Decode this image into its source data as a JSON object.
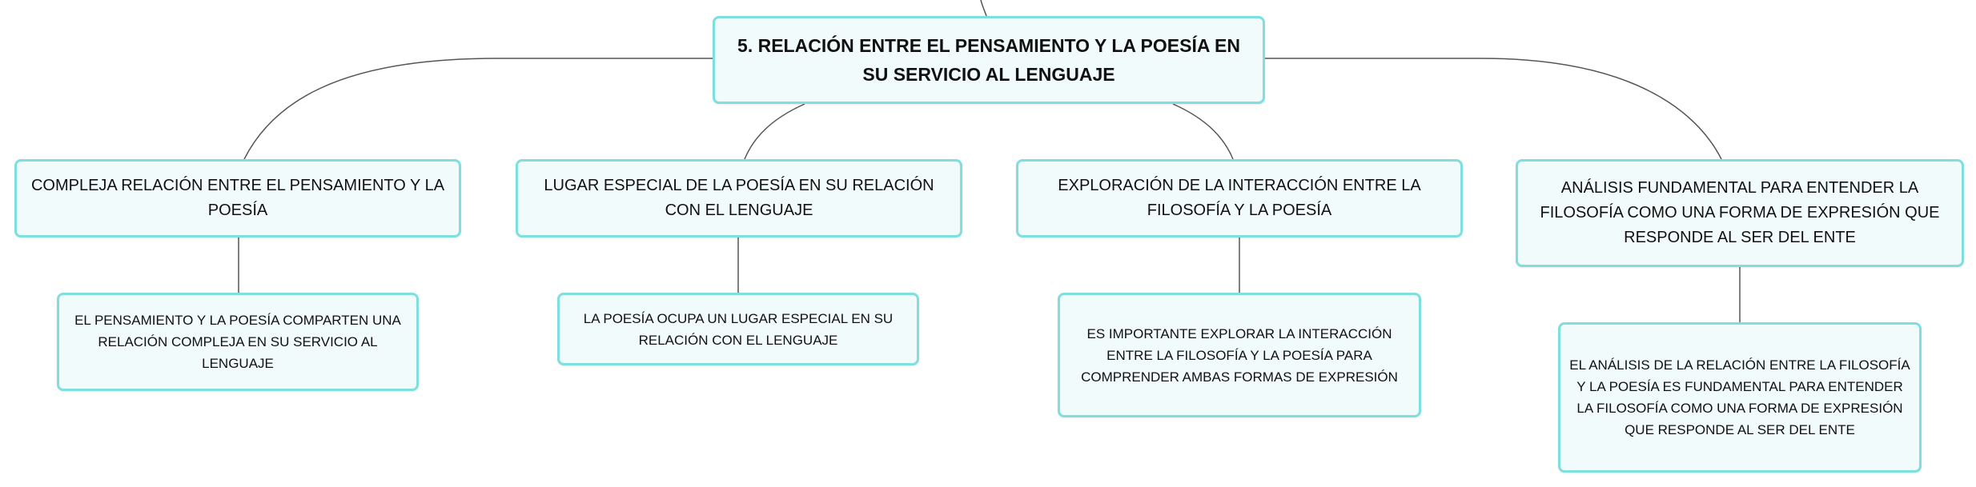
{
  "root": {
    "label": "5. RELACIÓN ENTRE EL PENSAMIENTO Y LA POESÍA EN SU SERVICIO AL LENGUAJE"
  },
  "topics": [
    {
      "label": "COMPLEJA RELACIÓN ENTRE EL PENSAMIENTO Y LA POESÍA",
      "detail": "EL PENSAMIENTO Y LA POESÍA COMPARTEN UNA RELACIÓN COMPLEJA EN SU SERVICIO AL LENGUAJE"
    },
    {
      "label": "LUGAR ESPECIAL DE LA POESÍA EN SU RELACIÓN CON EL LENGUAJE",
      "detail": "LA POESÍA OCUPA UN LUGAR ESPECIAL EN SU RELACIÓN CON EL LENGUAJE"
    },
    {
      "label": "EXPLORACIÓN DE LA INTERACCIÓN ENTRE LA FILOSOFÍA Y LA POESÍA",
      "detail": "ES IMPORTANTE EXPLORAR LA INTERACCIÓN ENTRE LA FILOSOFÍA Y LA POESÍA PARA COMPRENDER AMBAS FORMAS DE EXPRESIÓN"
    },
    {
      "label": "ANÁLISIS FUNDAMENTAL PARA ENTENDER LA FILOSOFÍA COMO UNA FORMA DE EXPRESIÓN QUE RESPONDE AL SER DEL ENTE",
      "detail": "EL ANÁLISIS DE LA RELACIÓN ENTRE LA FILOSOFÍA Y LA POESÍA ES FUNDAMENTAL PARA ENTENDER LA FILOSOFÍA COMO UNA FORMA DE EXPRESIÓN QUE RESPONDE AL SER DEL ENTE"
    }
  ],
  "colors": {
    "node_border": "#7fdede",
    "node_fill": "#f1fbfb",
    "connector": "#555555"
  }
}
